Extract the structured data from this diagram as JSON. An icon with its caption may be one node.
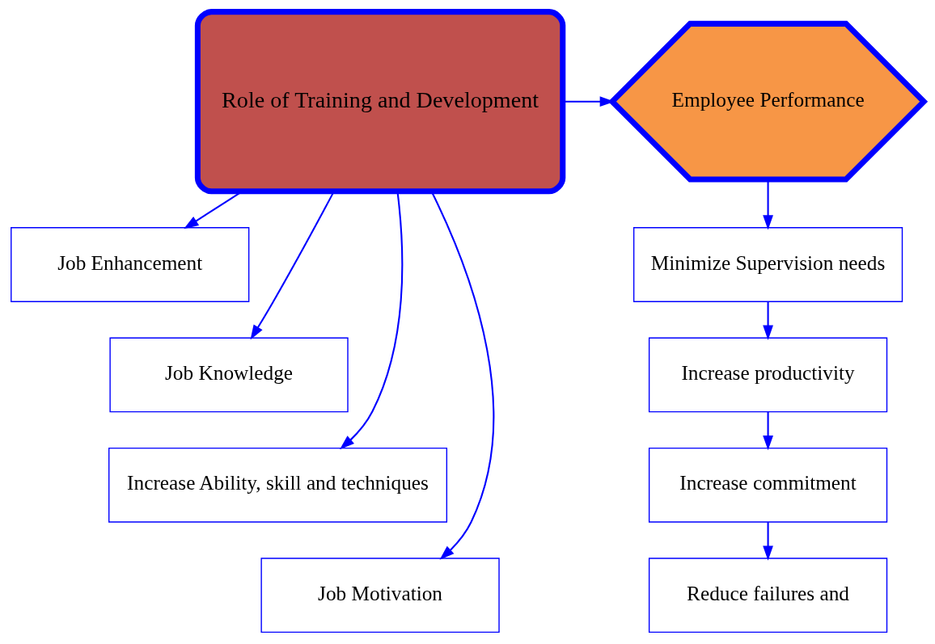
{
  "diagram": {
    "nodes": [
      {
        "text": [
          "Role of Training and Development"
        ]
      },
      {
        "text": [
          "Employee Performance"
        ]
      },
      {
        "text": [
          "Job Enhancement"
        ]
      },
      {
        "text": [
          "Job Knowledge"
        ]
      },
      {
        "text": [
          "Increase Ability, skill and techniques"
        ]
      },
      {
        "text": [
          "Job Motivation"
        ]
      },
      {
        "text": [
          "Minimize Supervision needs"
        ]
      },
      {
        "text": [
          "Increase productivity"
        ]
      },
      {
        "text": [
          "Increase commitment"
        ]
      },
      {
        "text": [
          "Reduce failures and"
        ]
      }
    ],
    "edges": [
      {
        "from": 0,
        "to": 1,
        "arrow": "to"
      },
      {
        "from": 0,
        "to": 2,
        "arrow": "to"
      },
      {
        "from": 0,
        "to": 3,
        "arrow": "to"
      },
      {
        "from": 0,
        "to": 4,
        "arrow": "to"
      },
      {
        "from": 0,
        "to": 5,
        "arrow": "to"
      },
      {
        "from": 1,
        "to": 6,
        "arrow": "to"
      },
      {
        "from": 6,
        "to": 7,
        "arrow": "to"
      },
      {
        "from": 7,
        "to": 8,
        "arrow": "to"
      },
      {
        "from": 8,
        "to": 9,
        "arrow": "to"
      }
    ]
  }
}
